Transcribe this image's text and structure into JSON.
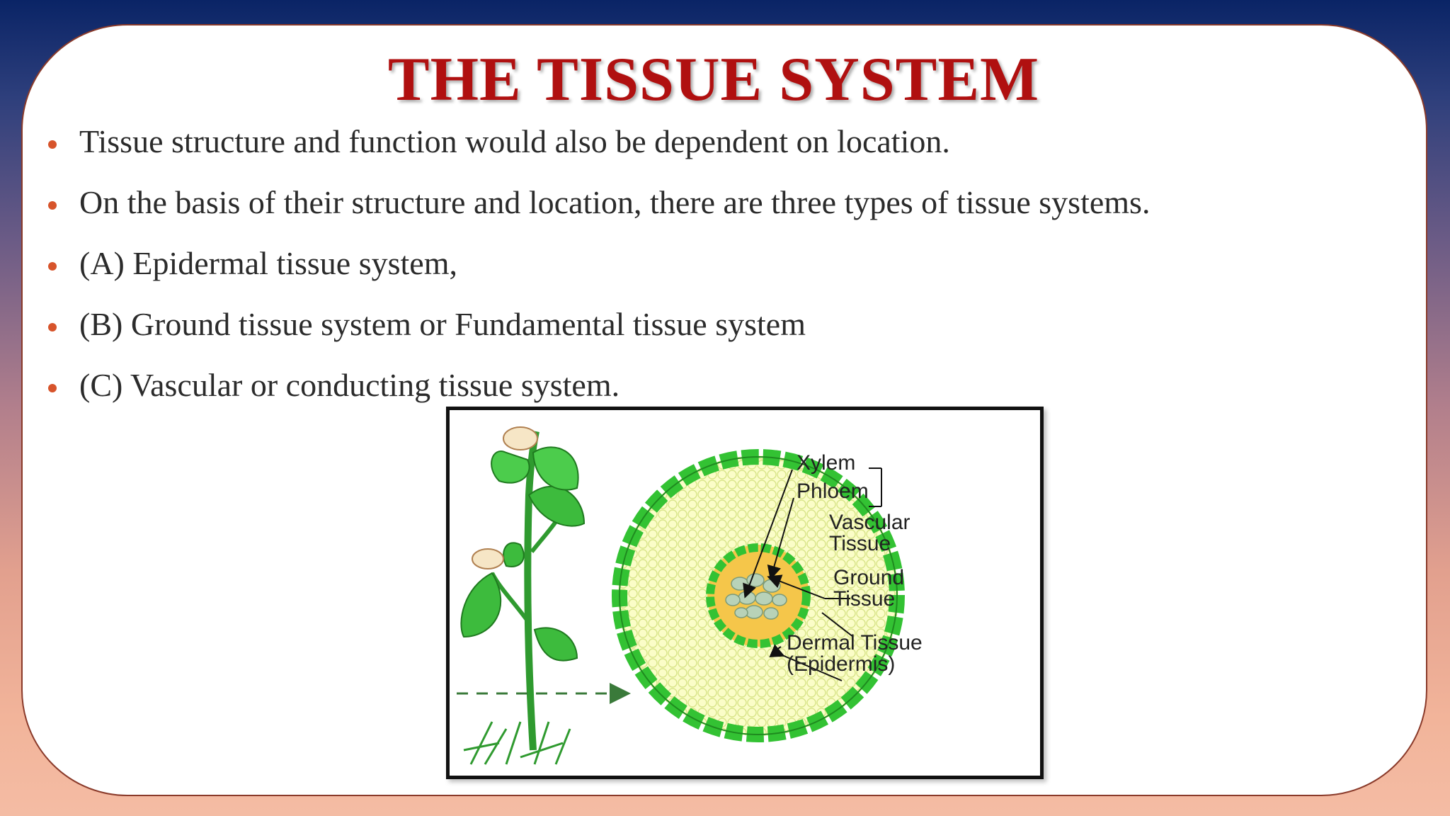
{
  "slide": {
    "title": "THE TISSUE SYSTEM",
    "bullets": [
      "Tissue structure and function would also be dependent on location.",
      "On the basis of  their structure and location, there are three types of  tissue systems.",
      "(A) Epidermal tissue system,",
      "(B) Ground tissue system  or Fundamental tissue system",
      "(C) Vascular or conducting tissue system."
    ],
    "colors": {
      "title": "#b01010",
      "bullet": "#d7542b",
      "card_border": "#8a3a2a"
    }
  },
  "figure": {
    "labels": {
      "xylem": "Xylem",
      "phloem": "Phloem",
      "vascular_line1": "Vascular",
      "vascular_line2": "Tissue",
      "ground_line1": "Ground",
      "ground_line2": "Tissue",
      "dermal_line1": "Dermal Tissue",
      "dermal_line2": "(Epidermis)"
    }
  }
}
